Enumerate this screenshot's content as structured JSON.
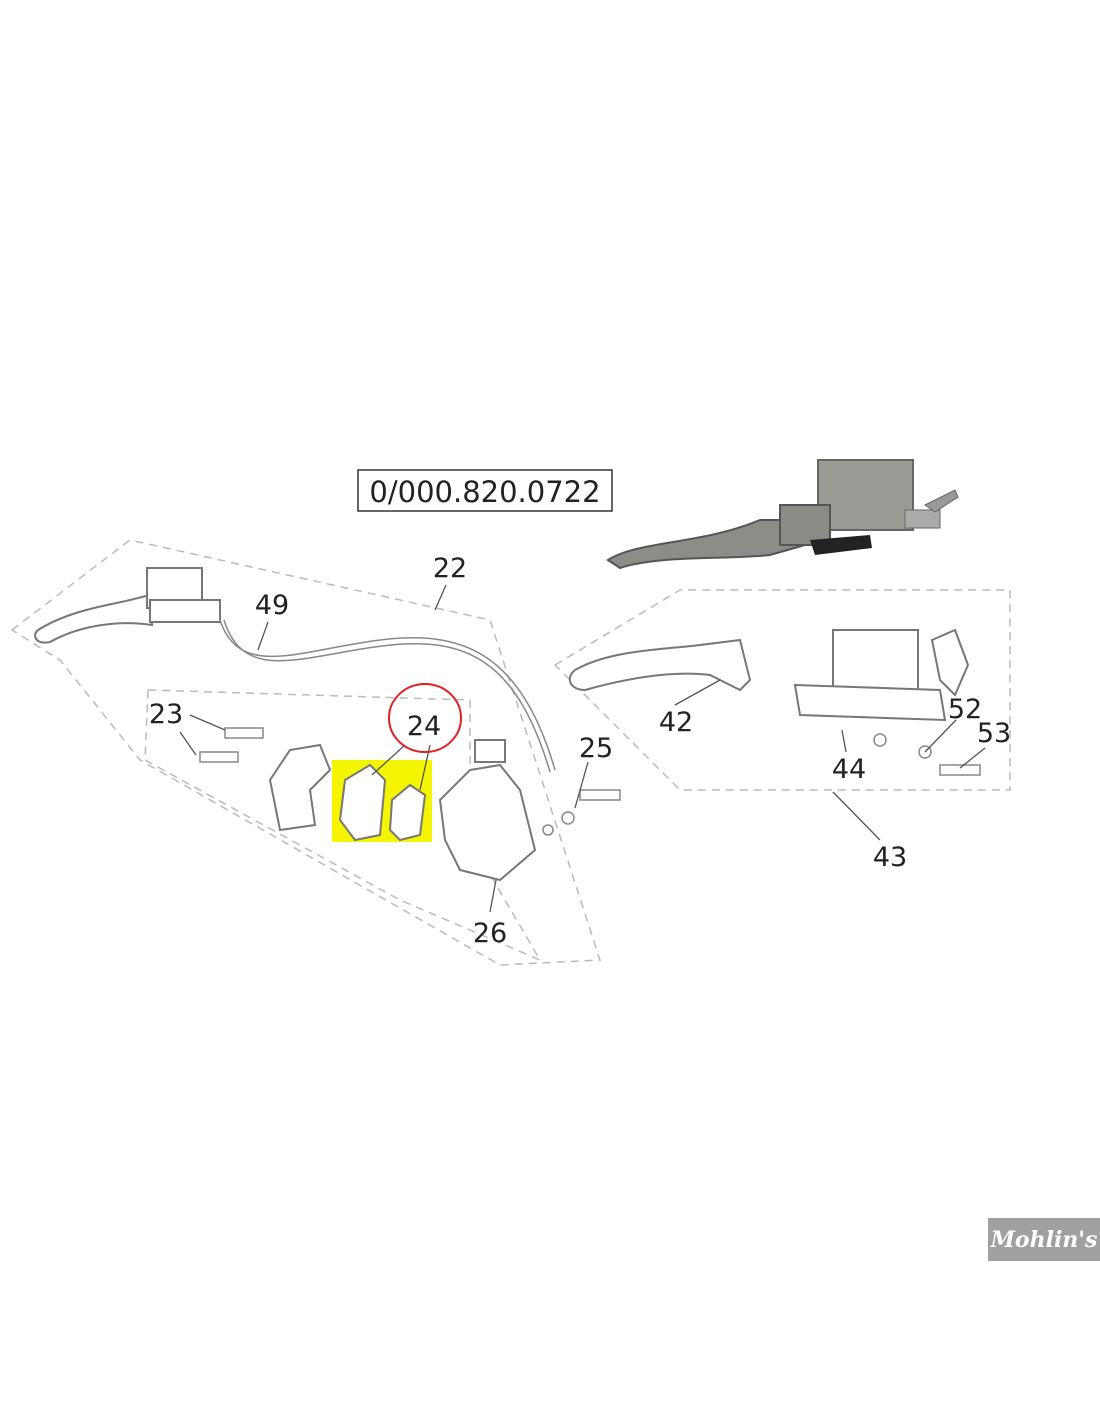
{
  "diagram": {
    "part_number": "0/000.820.0722",
    "callouts": [
      "22",
      "49",
      "23",
      "24",
      "25",
      "26",
      "42",
      "43",
      "44",
      "52",
      "53"
    ],
    "highlighted_callout": "24",
    "highlight_color": "#f5f500",
    "circle_color": "#e02020"
  },
  "logo": {
    "text": "Mohlin's"
  }
}
